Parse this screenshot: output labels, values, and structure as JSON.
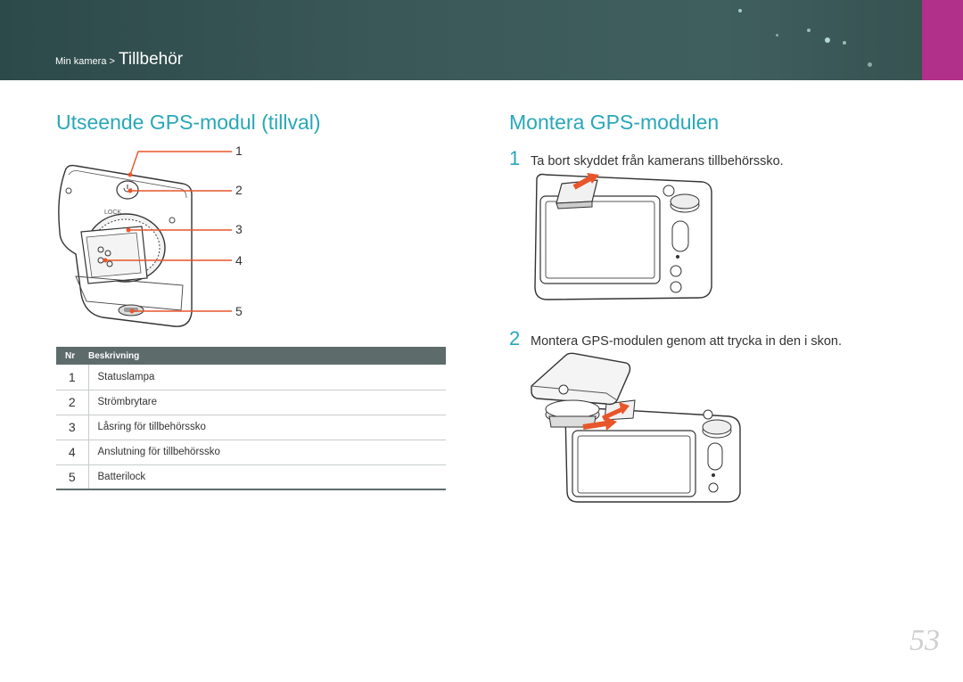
{
  "header": {
    "breadcrumb_parent": "Min kamera >",
    "breadcrumb_current": "Tillbehör",
    "accent_color": "#b1308a"
  },
  "left": {
    "heading": "Utseende GPS-modul (tillval)",
    "callouts": [
      "1",
      "2",
      "3",
      "4",
      "5"
    ],
    "table": {
      "headers": [
        "Nr",
        "Beskrivning"
      ],
      "rows": [
        {
          "nr": "1",
          "text": "Statuslampa"
        },
        {
          "nr": "2",
          "text": "Strömbrytare"
        },
        {
          "nr": "3",
          "text": "Låsring för tillbehörssko"
        },
        {
          "nr": "4",
          "text": "Anslutning för tillbehörssko"
        },
        {
          "nr": "5",
          "text": "Batterilock"
        }
      ]
    },
    "lock_label": "LOCK"
  },
  "right": {
    "heading": "Montera GPS-modulen",
    "steps": [
      {
        "num": "1",
        "text": "Ta bort skyddet från kamerans tillbehörssko."
      },
      {
        "num": "2",
        "text": "Montera GPS-modulen genom att trycka in den i skon."
      }
    ]
  },
  "page_number": "53",
  "colors": {
    "heading": "#29a7b8",
    "callout_line": "#e8552a",
    "header_bg": "#3a5857"
  }
}
